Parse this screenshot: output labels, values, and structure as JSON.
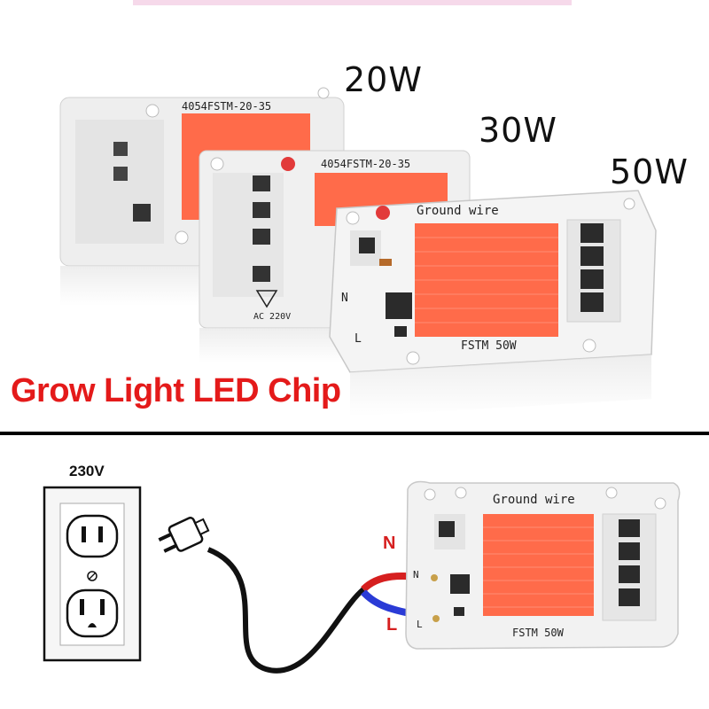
{
  "chips": {
    "chip20": {
      "power_label": "20W",
      "board_text": "4054FSTM-20-35"
    },
    "chip30": {
      "power_label": "30W",
      "board_text": "4054FSTM-20-35",
      "warning_text": "AC 220V"
    },
    "chip50": {
      "power_label": "50W",
      "ground_text": "Ground wire",
      "model_text": "FSTM 50W",
      "pin_n": "N",
      "pin_l": "L"
    }
  },
  "headline": "Grow Light LED Chip",
  "diagram": {
    "voltage": "230V",
    "wire_n": "N",
    "wire_l": "L",
    "chip_ground_text": "Ground wire",
    "chip_model_text": "FSTM 50W",
    "chip_pin_n": "N",
    "chip_pin_l": "L"
  },
  "colors": {
    "headline": "#e41a1a",
    "led": "#ff6b4a",
    "wire_n": "#d61f1f",
    "wire_l": "#2a3bd6",
    "cable": "#111111",
    "board": "#f2f2f2"
  }
}
